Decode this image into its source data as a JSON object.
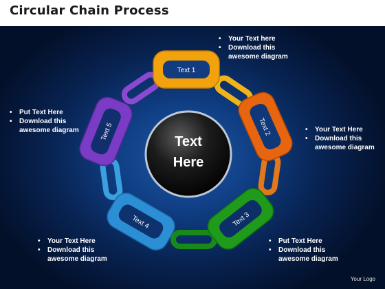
{
  "header": {
    "title": "Circular Chain Process"
  },
  "center": {
    "line1": "Text",
    "line2": "Here"
  },
  "links": [
    {
      "label": "Text 1",
      "color": "#f2a20d"
    },
    {
      "label": "Text 2",
      "color": "#e8650f"
    },
    {
      "label": "Text 3",
      "color": "#1f9a1a"
    },
    {
      "label": "Text 4",
      "color": "#2c8fd6"
    },
    {
      "label": "Text 5",
      "color": "#7a3cc4"
    }
  ],
  "notes": {
    "top": [
      "Your Text  here",
      "Download this awesome diagram"
    ],
    "right": [
      "Your Text Here",
      "Download this awesome diagram"
    ],
    "bottom_right": [
      "Put Text Here",
      "Download this awesome diagram"
    ],
    "bottom_left": [
      "Your Text Here",
      "Download this awesome diagram"
    ],
    "left": [
      "Put Text Here",
      "Download this awesome diagram"
    ]
  },
  "footer": {
    "logo": "Your Logo"
  }
}
